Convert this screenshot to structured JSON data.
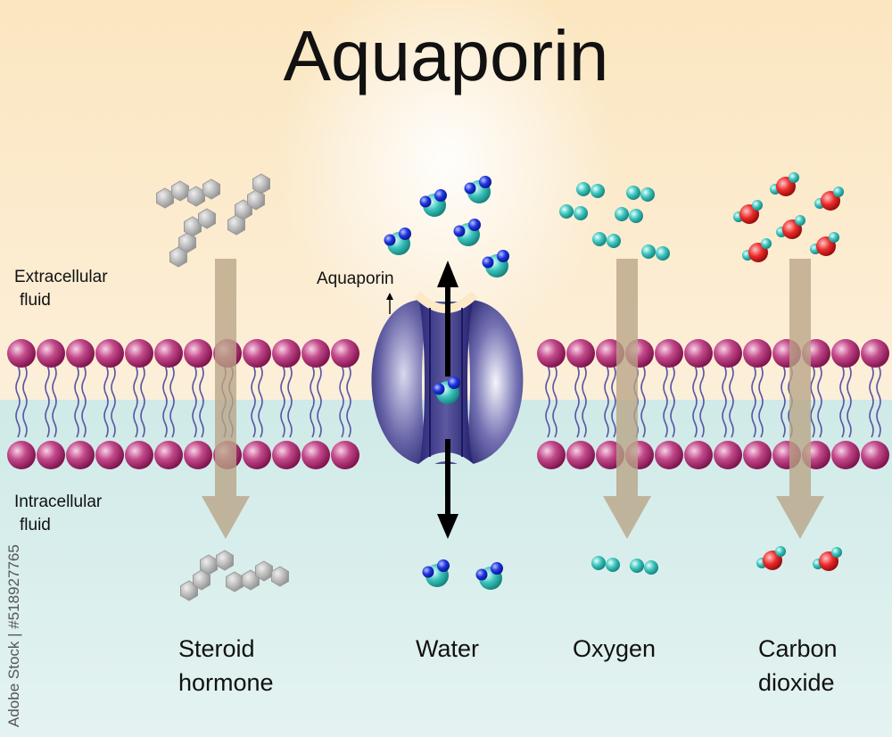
{
  "title": "Aquaporin",
  "labels": {
    "extracellular": [
      "Extracellular",
      "fluid"
    ],
    "intracellular": [
      "Intracellular",
      "fluid"
    ],
    "aquaporin": "Aquaporin"
  },
  "substances": [
    {
      "id": "steroid",
      "lines": [
        "Steroid",
        "hormone"
      ]
    },
    {
      "id": "water",
      "lines": [
        "Water"
      ]
    },
    {
      "id": "oxygen",
      "lines": [
        "Oxygen"
      ]
    },
    {
      "id": "co2",
      "lines": [
        "Carbon",
        "dioxide"
      ]
    }
  ],
  "watermark": "Adobe Stock | #518927765",
  "colors": {
    "extracellular_bg": "#fbe9c8",
    "intracellular_bg": "#d3ecea",
    "phospholipid_head": "#b0256f",
    "lipid_tail": "#5b57a4",
    "aquaporin_protein": "#1f1c6b",
    "diffusion_arrow": "#b9a486",
    "water_oxygen": "#2fb6b0",
    "hydrogen": "#1a2ed6",
    "co2_carbon": "#e32222",
    "steroid_ring": "#a0a0a0"
  }
}
